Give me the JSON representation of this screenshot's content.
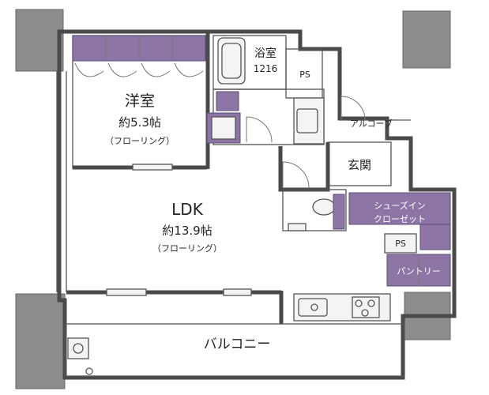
{
  "rooms": {
    "western": {
      "name": "洋室",
      "area": "約5.3帖",
      "floor": "（フローリング）"
    },
    "ldk": {
      "name": "LDK",
      "area": "約13.9帖",
      "floor": "（フローリング）"
    },
    "bath": {
      "name": "浴室",
      "size": "1216"
    },
    "ps_upper": "PS",
    "alcove": "アルコーブ",
    "entrance": "玄関",
    "shoes_closet": {
      "line1": "シューズイン",
      "line2": "クローゼット"
    },
    "ps_lower": "PS",
    "pantry": "パントリー",
    "balcony": "バルコニー"
  }
}
